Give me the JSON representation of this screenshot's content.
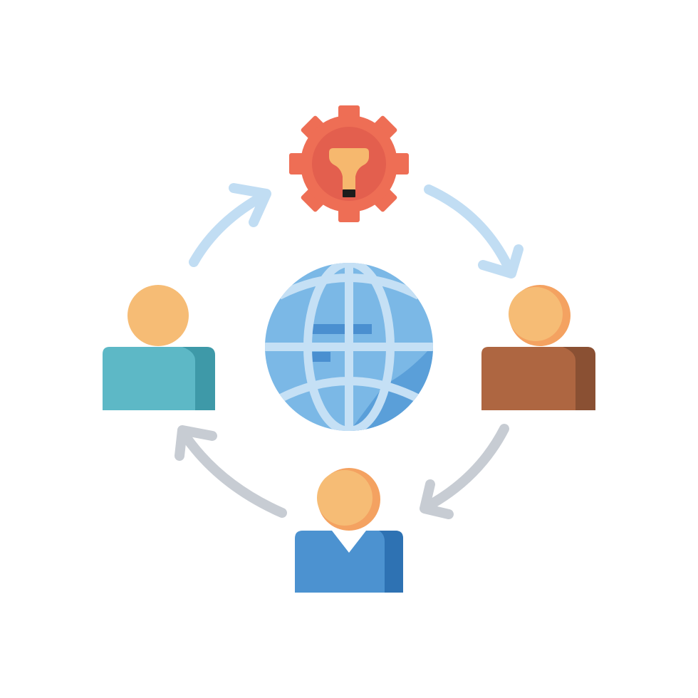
{
  "diagram": {
    "nodes": [
      {
        "id": "gear",
        "icon": "gear-lightbulb-icon",
        "colors": {
          "outer": "#EE6E55",
          "inner": "#E35F4E",
          "bulb": "#F6B86E"
        }
      },
      {
        "id": "globe",
        "icon": "globe-icon",
        "colors": {
          "fill": "#7BB8E6",
          "shade": "#5A9FD9",
          "lines": "#C5E0F5"
        }
      },
      {
        "id": "person-left",
        "icon": "person-icon",
        "colors": {
          "head": "#F6BC75",
          "body": "#5DB8C6",
          "side": "#3E99A8"
        }
      },
      {
        "id": "person-right",
        "icon": "person-icon",
        "colors": {
          "head": "#F6BC75",
          "head_shade": "#F4A261",
          "body": "#AE6641",
          "side": "#8A5033"
        }
      },
      {
        "id": "person-bottom",
        "icon": "person-icon",
        "colors": {
          "head": "#F6BC75",
          "head_shade": "#F4A261",
          "body": "#4C92D0",
          "side": "#2E72B3"
        }
      }
    ],
    "arrows": [
      {
        "from": "person-left",
        "to": "gear",
        "color": "#C1DDF3"
      },
      {
        "from": "gear",
        "to": "person-right",
        "color": "#C1DDF3"
      },
      {
        "from": "person-right",
        "to": "person-bottom",
        "color": "#C7CCD3"
      },
      {
        "from": "person-bottom",
        "to": "person-left",
        "color": "#C7CCD3"
      }
    ]
  }
}
